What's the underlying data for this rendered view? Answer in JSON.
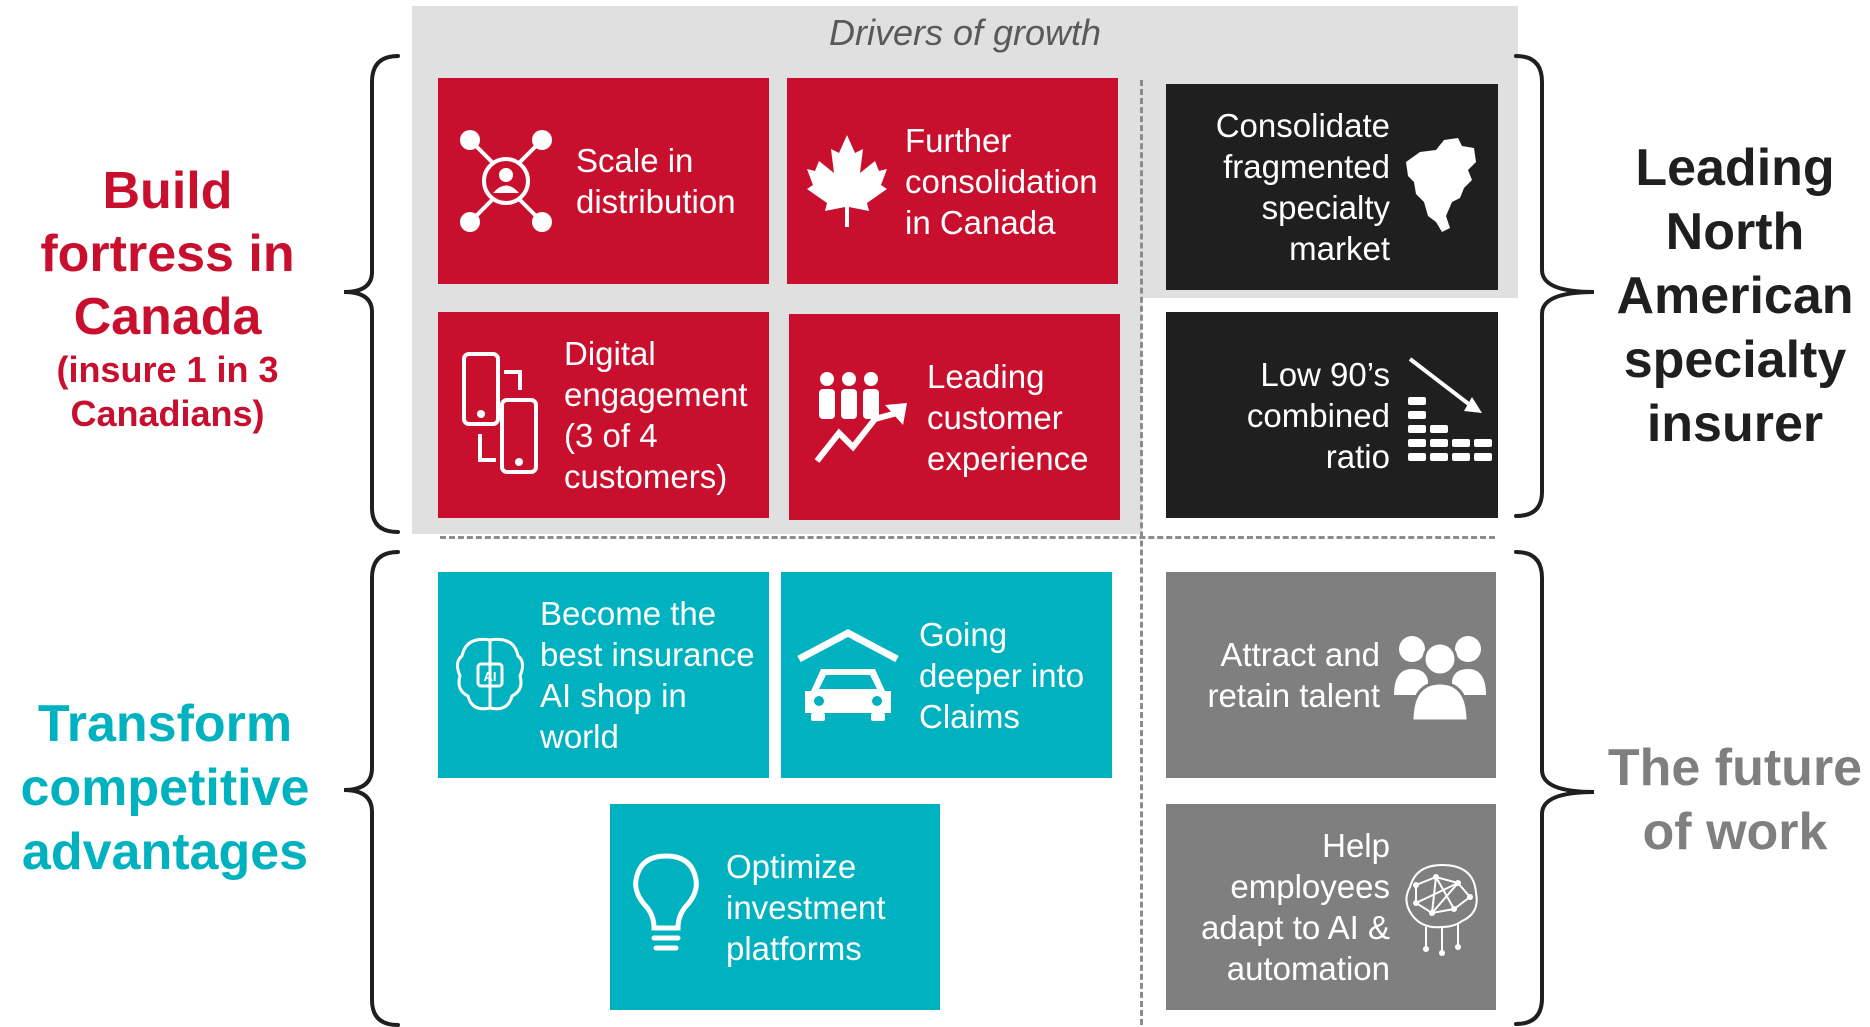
{
  "header": {
    "title": "Drivers of growth"
  },
  "left_labels": {
    "build": {
      "title": "Build fortress in Canada",
      "subtitle": "(insure 1 in 3 Canadians)",
      "color": "#c8102e"
    },
    "transform": {
      "title": "Transform competitive advantages",
      "color": "#00b2bf"
    }
  },
  "right_labels": {
    "leading": {
      "title": "Leading North American specialty insurer",
      "color": "#1f1f1f"
    },
    "future": {
      "title": "The future of work",
      "color": "#7f7f7f"
    }
  },
  "tiles": {
    "scale": {
      "text": "Scale in distribution",
      "icon": "network-person-icon"
    },
    "consolidation_canada": {
      "text": "Further consolidation in Canada",
      "icon": "maple-leaf-icon"
    },
    "digital": {
      "text": "Digital engagement (3 of 4 customers)",
      "icon": "smartphones-icon"
    },
    "customer_experience": {
      "text": "Leading customer experience",
      "icon": "people-growth-icon"
    },
    "consolidate_specialty": {
      "text": "Consolidate fragmented specialty market",
      "icon": "north-america-map-icon"
    },
    "combined_ratio": {
      "text": "Low 90’s combined ratio",
      "icon": "declining-bars-icon"
    },
    "ai_shop": {
      "text": "Become the best insurance AI shop in world",
      "icon": "ai-chip-icon"
    },
    "claims": {
      "text": "Going deeper into Claims",
      "icon": "car-garage-icon"
    },
    "investment": {
      "text": "Optimize investment platforms",
      "icon": "lightbulb-icon"
    },
    "talent": {
      "text": "Attract and retain talent",
      "icon": "people-group-icon"
    },
    "employees_ai": {
      "text": "Help employees adapt to AI & automation",
      "icon": "neural-brain-icon"
    }
  },
  "colors": {
    "red": "#c8102e",
    "black": "#1f1f1f",
    "teal": "#00b2bf",
    "gray": "#7f7f7f",
    "panel": "#e0e0e0"
  }
}
